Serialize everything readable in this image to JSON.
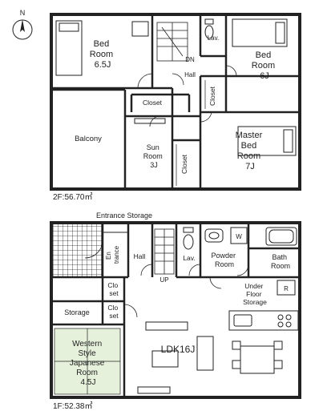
{
  "compass": {
    "letter": "N"
  },
  "floor2": {
    "area": "2F:56.70㎡",
    "rooms": {
      "bed_left": [
        "Bed",
        "Room",
        "6.5J"
      ],
      "bed_right": [
        "Bed",
        "Room",
        "6J"
      ],
      "lav": "Lav.",
      "dn": "DN",
      "hall": "Hall",
      "closet_a": "Closet",
      "closet_b": "Closet",
      "closet_c": "Closet",
      "balcony": "Balcony",
      "sun_room": [
        "Sun",
        "Room",
        "3J"
      ],
      "master": [
        "Master",
        "Bed",
        "Room",
        "7J"
      ]
    }
  },
  "floor1": {
    "area": "1F:52.38㎡",
    "rooms": {
      "entrance_storage": "Entrance Storage",
      "entrance": [
        "En",
        "trance"
      ],
      "hall": "Hall",
      "lav": "Lav.",
      "up": "UP",
      "powder": [
        "Powder",
        "Room"
      ],
      "w_mark": "W",
      "bath": [
        "Bath",
        "Room"
      ],
      "closet_a": [
        "Clo",
        "set"
      ],
      "closet_b": [
        "Clo",
        "set"
      ],
      "storage": "Storage",
      "underfloor": [
        "Under",
        "Floor",
        "Storage"
      ],
      "r_mark": "R",
      "ldk": "LDK16J",
      "japanese": [
        "Western",
        "Style",
        "Japanese",
        "Room",
        "4.5J"
      ]
    }
  }
}
